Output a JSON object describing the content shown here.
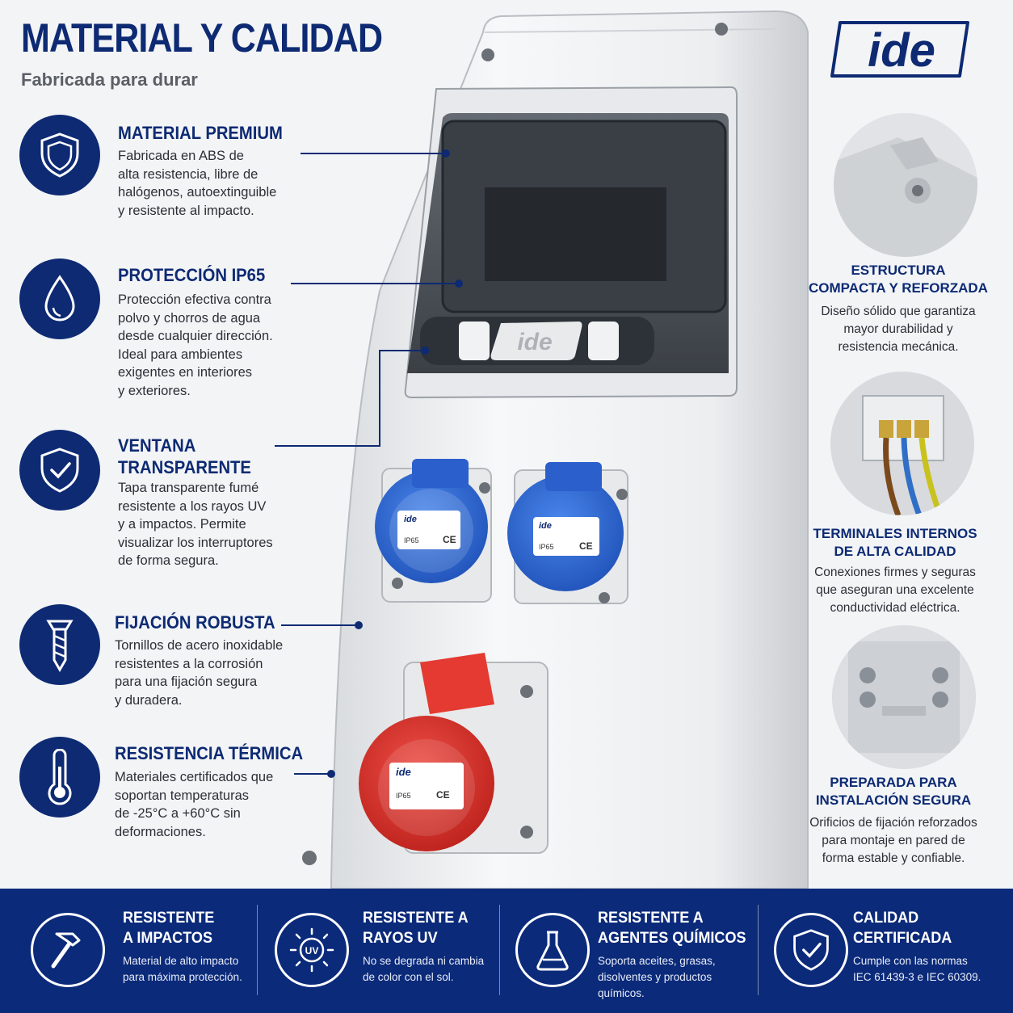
{
  "header": {
    "title": "MATERIAL Y CALIDAD",
    "subtitle": "Fabricada para durar",
    "brand": "ide"
  },
  "colors": {
    "navy": "#0d2a73",
    "banner": "#0b2a7a",
    "socket_blue": "#2d64d6",
    "socket_red": "#e2322a"
  },
  "features": [
    {
      "icon": "shield-icon",
      "title": "MATERIAL PREMIUM",
      "desc": "Fabricada en ABS de\nalta resistencia, libre de\nhalógenos, autoextinguible\ny resistente al impacto."
    },
    {
      "icon": "water-drop-icon",
      "title": "PROTECCIÓN IP65",
      "desc": "Protección efectiva contra\npolvo y chorros de agua\ndesde cualquier dirección.\nIdeal para ambientes\nexigentes en interiores\ny exteriores."
    },
    {
      "icon": "shield-check-icon",
      "title": "VENTANA\nTRANSPARENTE",
      "desc": "Tapa transparente fumé\nresistente a los rayos UV\ny a impactos. Permite\nvisualizar los interruptores\nde forma segura."
    },
    {
      "icon": "screw-icon",
      "title": "FIJACIÓN ROBUSTA",
      "desc": "Tornillos de acero inoxidable\nresistentes a la corrosión\npara una fijación segura\ny duradera."
    },
    {
      "icon": "thermometer-icon",
      "title": "RESISTENCIA TÉRMICA",
      "desc": "Materiales certificados que\nsoportan temperaturas\nde -25°C a +60°C sin\ndeformaciones."
    }
  ],
  "right_panels": [
    {
      "title": "ESTRUCTURA\nCOMPACTA Y REFORZADA",
      "desc": "Diseño sólido que garantiza\nmayor durabilidad y\nresistencia mecánica."
    },
    {
      "title": "TERMINALES INTERNOS\nDE ALTA CALIDAD",
      "desc": "Conexiones firmes y seguras\nque aseguran una excelente\nconductividad eléctrica."
    },
    {
      "title": "PREPARADA PARA\nINSTALACIÓN SEGURA",
      "desc": "Orificios de fijación reforzados\npara montaje en pared de\nforma estable y confiable."
    }
  ],
  "product": {
    "brand_label": "ide",
    "socket_code": "IP65",
    "ce_mark": "CE"
  },
  "banner": [
    {
      "icon": "hammer-icon",
      "title": "RESISTENTE\nA IMPACTOS",
      "desc": "Material de alto impacto\npara máxima protección."
    },
    {
      "icon": "uv-sun-icon",
      "icon_text": "UV",
      "title": "RESISTENTE A\nRAYOS UV",
      "desc": "No se degrada ni cambia\nde color con el sol."
    },
    {
      "icon": "flask-icon",
      "title": "RESISTENTE A\nAGENTES QUÍMICOS",
      "desc": "Soporta aceites, grasas,\ndisolventes y productos\nquímicos."
    },
    {
      "icon": "shield-check-icon",
      "title": "CALIDAD\nCERTIFICADA",
      "desc": "Cumple con las normas\nIEC 61439-3 e IEC 60309."
    }
  ]
}
